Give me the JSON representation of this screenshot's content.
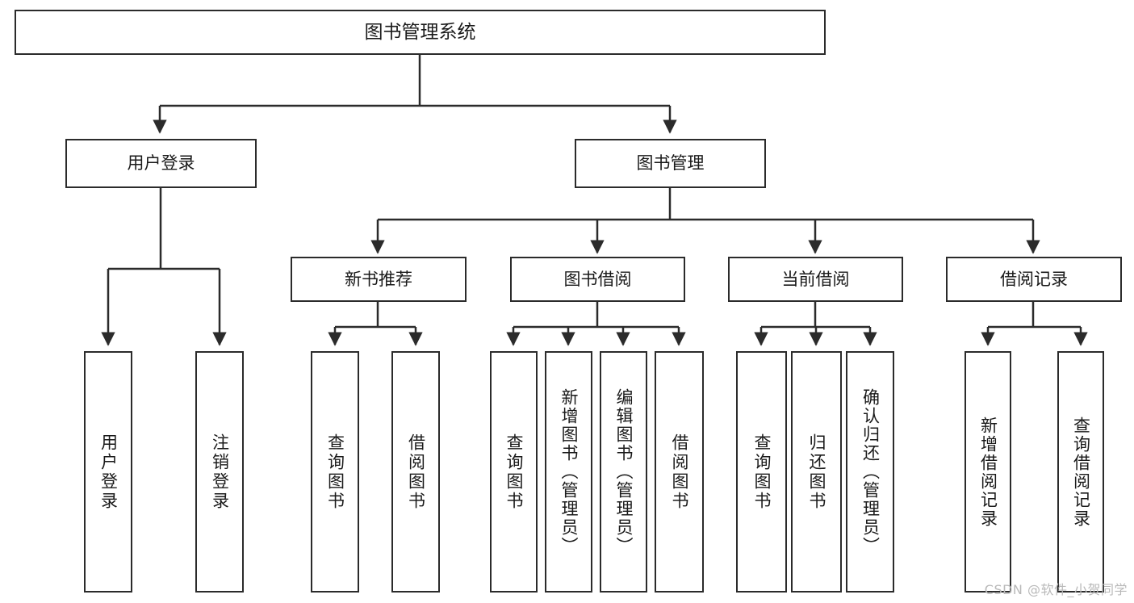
{
  "diagram": {
    "title": "图书管理系统",
    "type": "hierarchy-tree",
    "watermark": "CSDN @软件_小贺同学",
    "colors": {
      "border": "#2b2b2b",
      "background": "#ffffff",
      "text": "#1a1a1a",
      "connector": "#2b2b2b",
      "watermark": "#b9b9b9"
    },
    "root": {
      "label": "图书管理系统"
    },
    "level2": [
      {
        "label": "用户登录"
      },
      {
        "label": "图书管理"
      }
    ],
    "level3": [
      {
        "label": "新书推荐"
      },
      {
        "label": "图书借阅"
      },
      {
        "label": "当前借阅"
      },
      {
        "label": "借阅记录"
      }
    ],
    "leaves": {
      "user_login": [
        {
          "label": "用户登录"
        },
        {
          "label": "注销登录"
        }
      ],
      "new_book_recommend": [
        {
          "label": "查询图书"
        },
        {
          "label": "借阅图书"
        }
      ],
      "book_borrow": [
        {
          "label": "查询图书"
        },
        {
          "label": "新增图书（管理员）"
        },
        {
          "label": "编辑图书（管理员）"
        },
        {
          "label": "借阅图书"
        }
      ],
      "current_borrow": [
        {
          "label": "查询图书"
        },
        {
          "label": "归还图书"
        },
        {
          "label": "确认归还（管理员）"
        }
      ],
      "borrow_record": [
        {
          "label": "新增借阅记录"
        },
        {
          "label": "查询借阅记录"
        }
      ]
    }
  }
}
